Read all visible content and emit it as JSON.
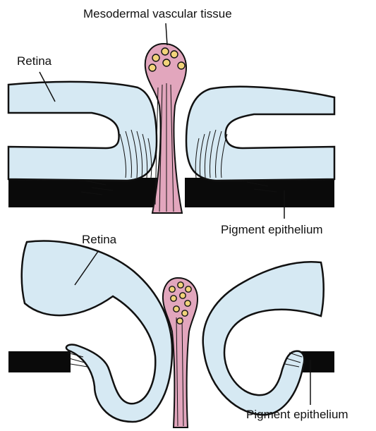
{
  "labels": {
    "mesodermal": "Mesodermal vascular tissue",
    "retina_top": "Retina",
    "pigment_top": "Pigment epithelium",
    "retina_bottom": "Retina",
    "pigment_bottom": "Pigment epithelium"
  },
  "colors": {
    "retina_fill": "#d6e9f3",
    "vascular_fill": "#e2a6bd",
    "vessel_fill": "#f1d37a",
    "pigment": "#0a0a0a",
    "outline": "#111111"
  }
}
